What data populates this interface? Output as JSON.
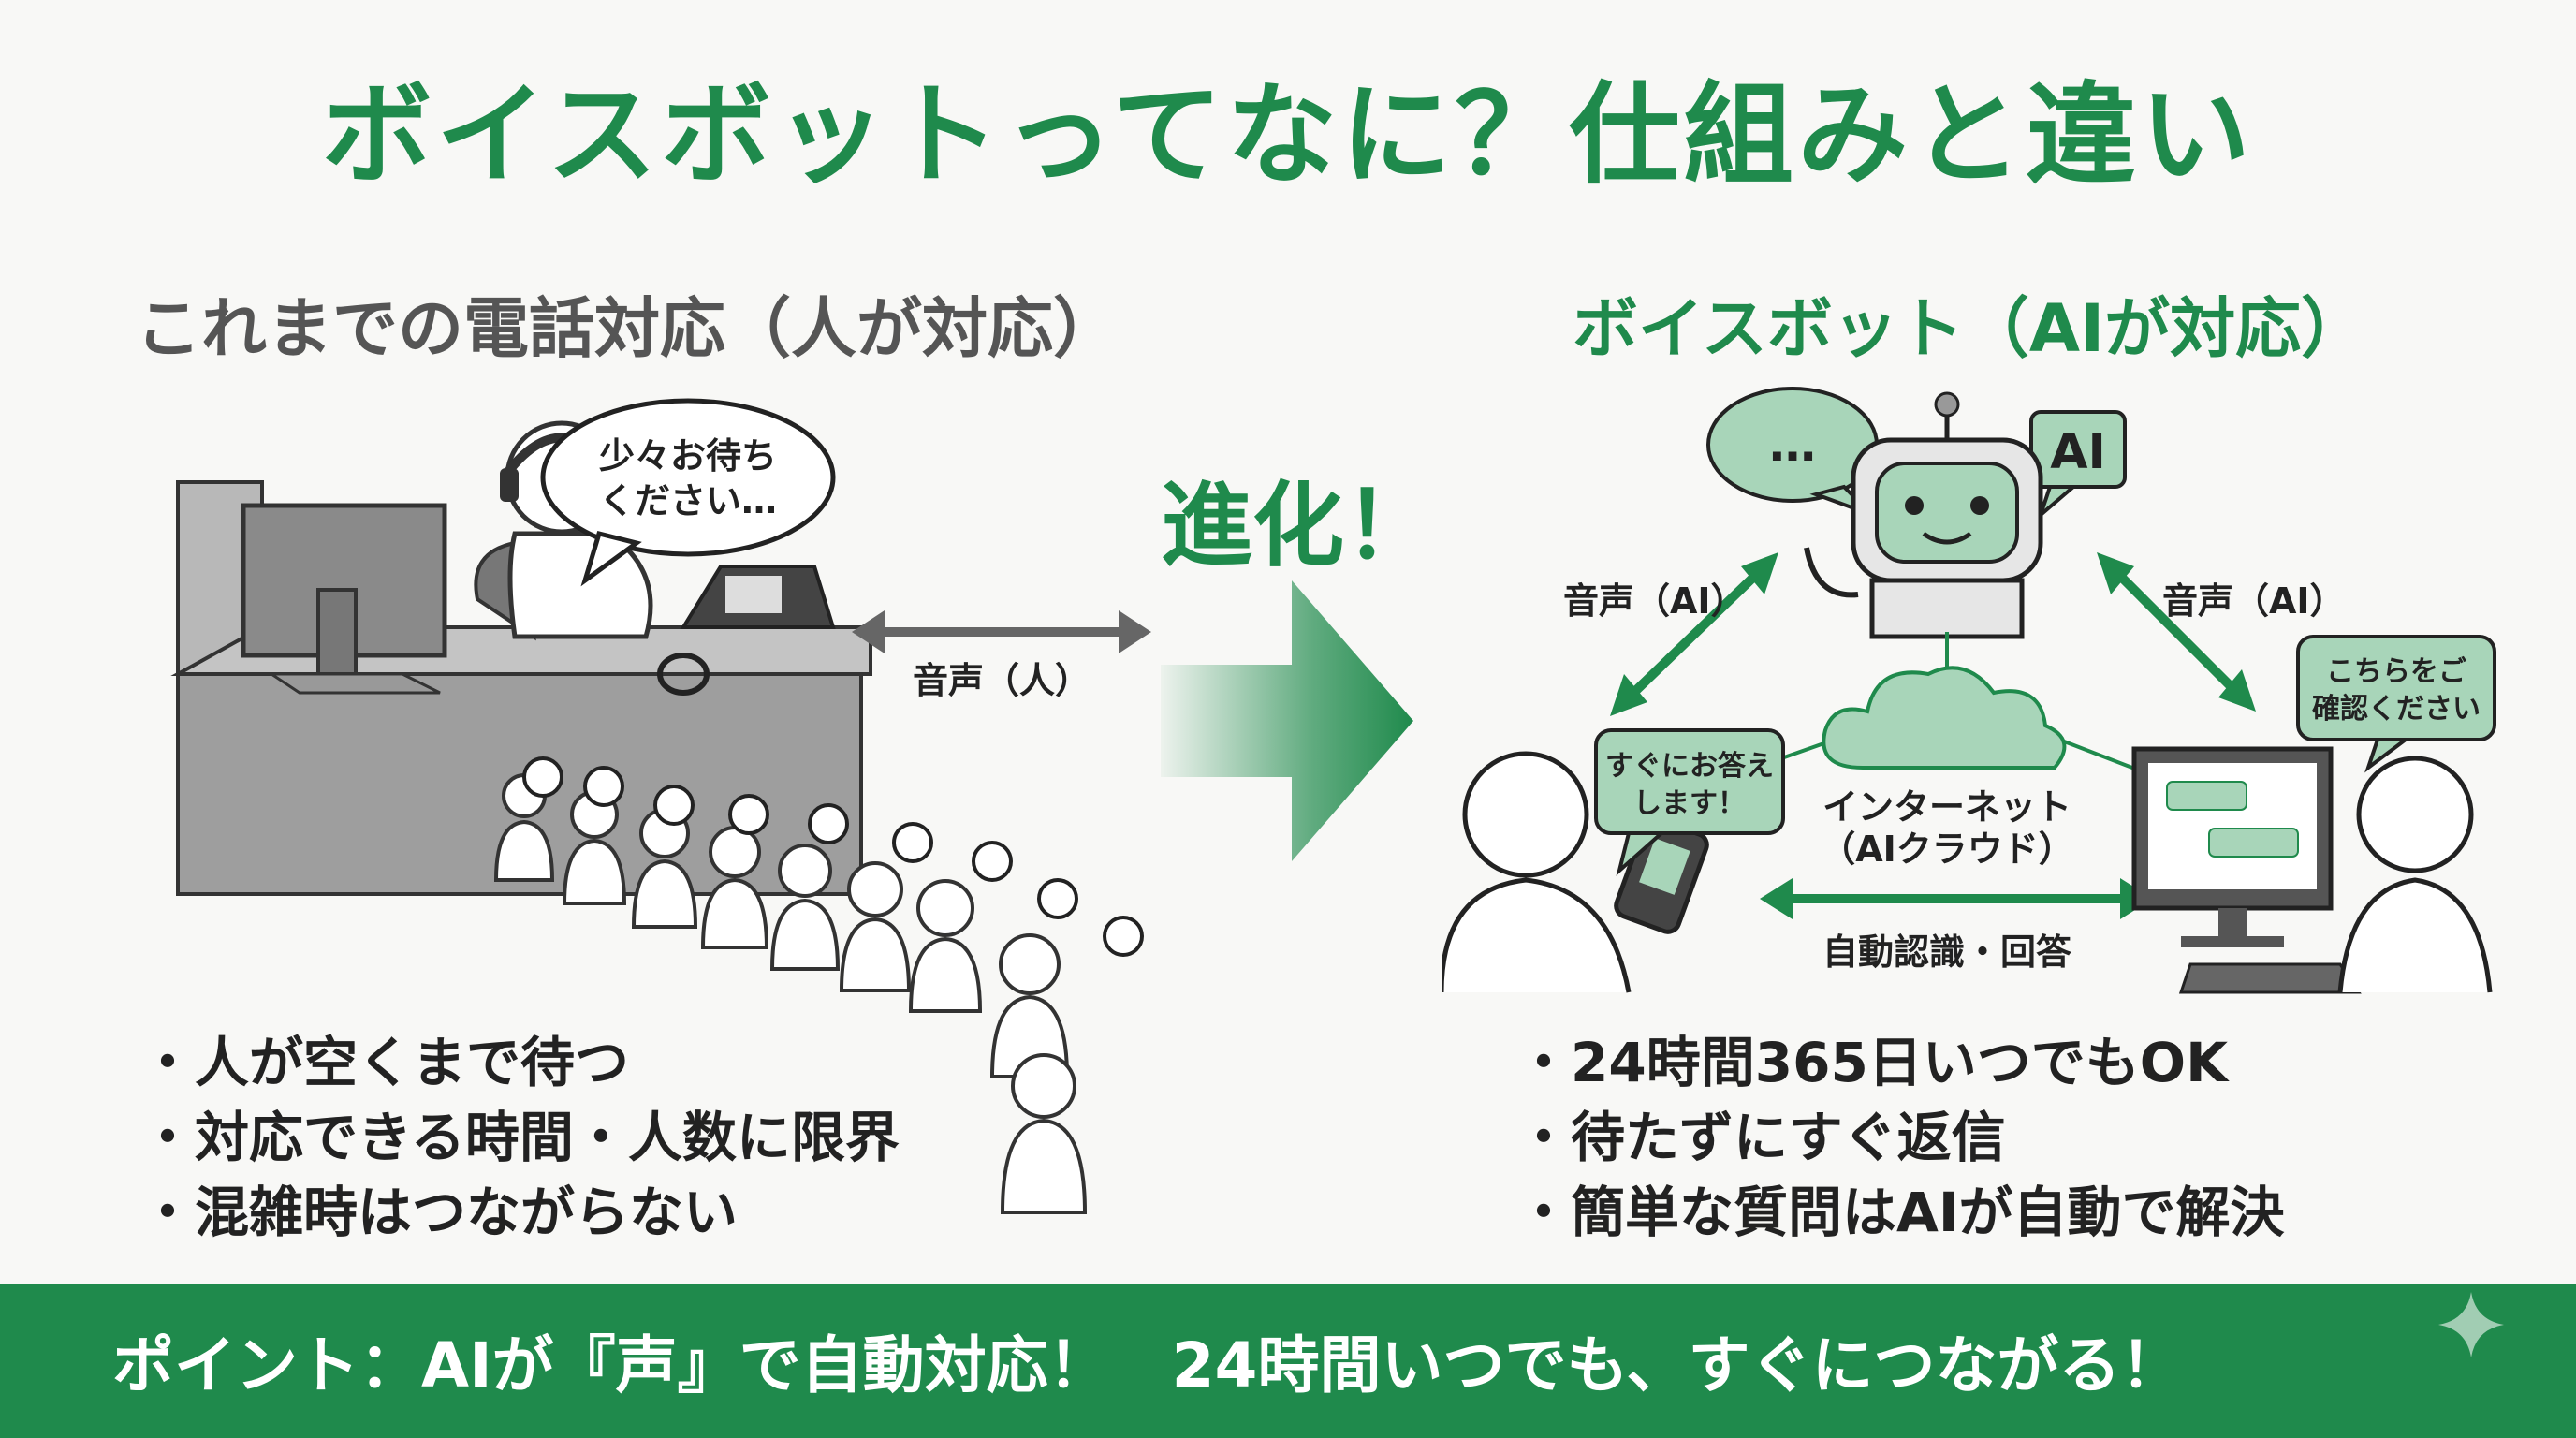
{
  "title": "ボイスボットってなに？仕組みと違い",
  "left": {
    "heading": "これまでの電話対応（人が対応）",
    "speech_line1": "少々お待ち",
    "speech_line2": "ください…",
    "voice_label": "音声（人）",
    "bullets": [
      "人が空くまで待つ",
      "対応できる時間・人数に限界",
      "混雑時はつながらない"
    ]
  },
  "middle": {
    "evolve": "進化！"
  },
  "right": {
    "heading": "ボイスボット（AIが対応）",
    "ellipsis": "…",
    "ai_badge": "AI",
    "voice_left": "音声（AI）",
    "voice_right": "音声（AI）",
    "user_bubble_line1": "すぐにお答え",
    "user_bubble_line2": "します！",
    "pc_bubble_line1": "こちらをご",
    "pc_bubble_line2": "確認ください",
    "cloud_line1": "インターネット",
    "cloud_line2": "（AIクラウド）",
    "auto_label": "自動認識・回答",
    "bullets": [
      "24時間365日いつでもOK",
      "待たずにすぐ返信",
      "簡単な質問はAIが自動で解決"
    ]
  },
  "banner": "ポイント：AIが『声』で自動対応！　24時間いつでも、すぐにつながる！",
  "colors": {
    "brand_green": "#1f8a4c",
    "light_green": "#a8d5b9",
    "gray": "#9a9a9a"
  }
}
